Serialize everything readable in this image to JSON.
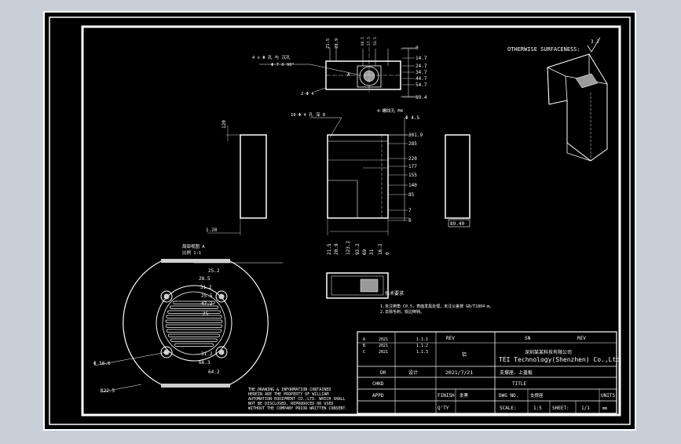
{
  "drawing": {
    "surface_note": "OTHERWISE SURFACENESS:",
    "surface_value": "3.2",
    "top_view": {
      "hole_spec": "4 x Φ  孔 与 沉孔",
      "chamfer": "Φ 7 X 90°",
      "bottom_spec": "2-Φ 4",
      "section_label": "A",
      "top_dims": [
        "21.5",
        "28.9"
      ],
      "top_dims_small": [
        "66.5",
        "57.5",
        "52.5"
      ],
      "right_dims": [
        "0",
        "14.7",
        "24.7",
        "34.7",
        "44.7",
        "54.7",
        "89.4"
      ]
    },
    "front_view": {
      "holes_note": "10-Φ 4 孔 深 8",
      "right_note_1": "4-螺纹孔 M4",
      "right_note_2": "Φ 4.5",
      "right_dims": [
        "301.9",
        "285",
        "220",
        "177",
        "155",
        "140",
        "85",
        "7",
        "0"
      ],
      "bottom_dims": [
        "21.5",
        "20.9",
        "123.2",
        "93.2",
        "69",
        "31",
        "16.2",
        "0"
      ]
    },
    "left_view": {
      "top_dim": "120",
      "bottom_dim": "1.20"
    },
    "right_view": {
      "bottom_dim": "89.40"
    },
    "detail_view": {
      "title_1": "局部视图 A",
      "title_2": "比例 1:1",
      "dims": [
        "25.2",
        "28.5",
        "31.2",
        "25.5",
        "47.2",
        "25",
        "31.2",
        "66.3",
        "64.2"
      ],
      "diameter": "Φ 56.6",
      "radius": "R22.5"
    },
    "tech_notes": {
      "title": "技术要求",
      "line_1": "1.未注倒角 C0.5，表面发黑处理，未注公差按 GB/T1804-m。",
      "line_2": "2.去除毛刺，锐边倒钝。"
    },
    "copyright": [
      "THE DRAWING & INFORMATION CONTAINED",
      "HEREIN ARE THE PROPERTY OF WILLIAM",
      "AUTOMATION EQUIPMENT CO.,LTD. WHICH SHALL",
      "NOT BE DISCLOSED, REPRODUCED OR USED",
      "WITHOUT THE COMPANY PRIOR WRITTEN CONSENT."
    ],
    "title_block": {
      "rev_rows": [
        [
          "A",
          "2021",
          "1.1.1",
          ""
        ],
        [
          "B",
          "2021",
          "1.1.2",
          ""
        ],
        [
          "C",
          "2021",
          "1.1.3",
          ""
        ]
      ],
      "rev_header": "REV",
      "mat": "铝",
      "company_cn": "深圳某某科技有限公司",
      "company_en": "TEI Technology(Shenzhen) Co.,Ltd",
      "top_right_1": "SN",
      "top_right_2": "REV",
      "dr_label": "DR",
      "dr_name": "设计",
      "date": "2021/7/21",
      "part_name": "支撑座、上盖板",
      "chkd_label": "CHKD",
      "title_label": "TITLE",
      "appd_label": "APPD",
      "finish_label": "FINISH",
      "finish_value": "发黑",
      "dwg_label": "DWG NO.",
      "dwg_value": "支撑座",
      "units_label": "UNITS",
      "qty_label": "Q'TY",
      "scale_label": "SCALE:",
      "scale_value": "1:5",
      "sheet_label": "SHEET:",
      "sheet_value": "1/1",
      "units_value": "mm"
    }
  }
}
